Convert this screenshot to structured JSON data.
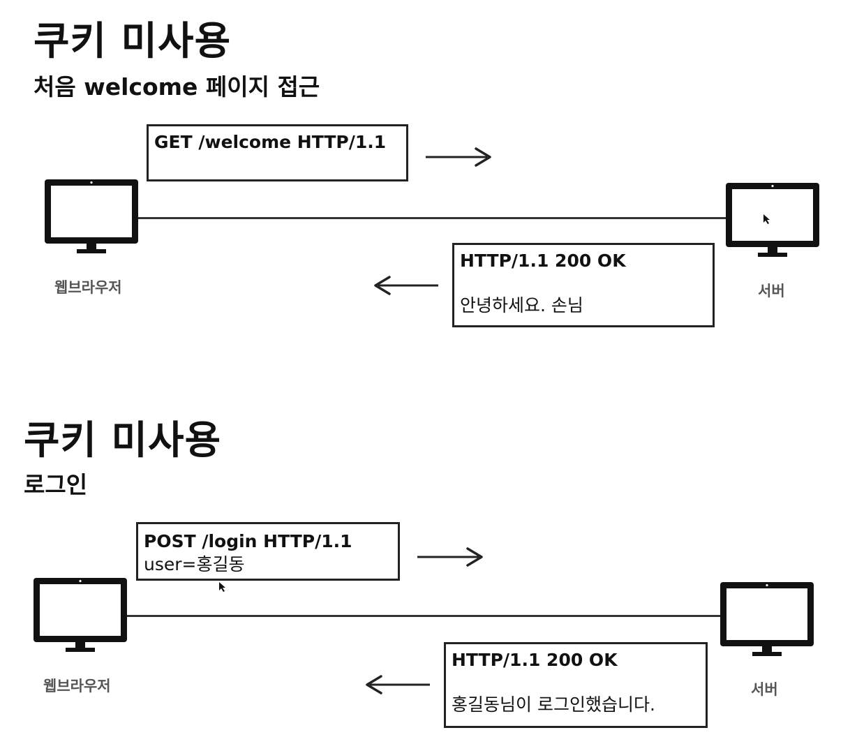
{
  "panel1": {
    "title": "쿠키 미사용",
    "subtitle": "처음 welcome 페이지 접근",
    "request": {
      "line1": "GET /welcome HTTP/1.1"
    },
    "response": {
      "line1": "HTTP/1.1 200 OK",
      "line2": "안녕하세요. 손님"
    },
    "client_label": "웹브라우저",
    "server_label": "서버"
  },
  "panel2": {
    "title": "쿠키 미사용",
    "subtitle": "로그인",
    "request": {
      "line1": "POST /login HTTP/1.1",
      "line2": "user=홍길동"
    },
    "response": {
      "line1": "HTTP/1.1 200 OK",
      "line2": "홍길동님이 로그인했습니다."
    },
    "client_label": "웹브라우저",
    "server_label": "서버"
  },
  "icons": {
    "client": "monitor-icon",
    "server": "monitor-icon",
    "request_arrow": "arrow-right-icon",
    "response_arrow": "arrow-left-icon"
  }
}
